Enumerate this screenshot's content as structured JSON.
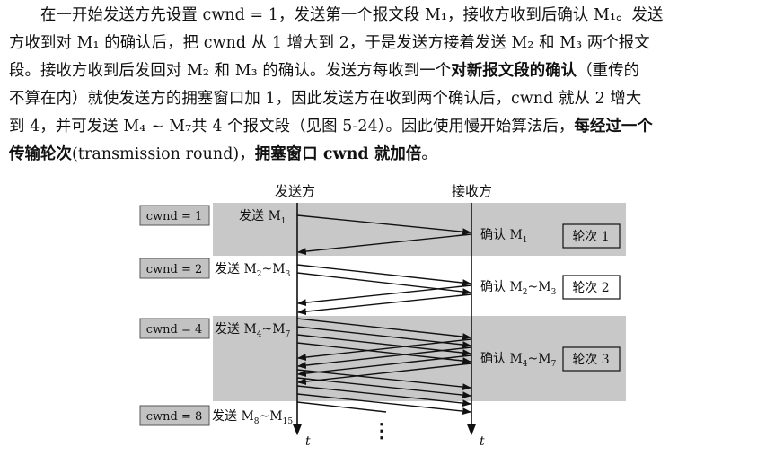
{
  "paragraph": {
    "line1": "在一开始发送方先设置 cwnd = 1，发送第一个报文段 M₁，接收方收到后确认 M₁。发送",
    "line2": "方收到对 M₁ 的确认后，把 cwnd 从 1 增大到 2，于是发送方接着发送 M₂ 和 M₃ 两个报文",
    "line3": "段。接收方收到后发回对 M₂ 和 M₃ 的确认。发送方每收到一个",
    "line3_bold": "对新报文段的确认",
    "line3_tail": "（重传的",
    "line4": "不算在内）就使发送方的拥塞窗口加 1，因此发送方在收到两个确认后，cwnd 就从 2 增大",
    "line5_head": "到 4，并可发送 M₄ ~ M₇共 4 个报文段（见图 5-24）。因此使用慢开始算法后，",
    "line5_bold": "每经过一个",
    "line6_bold_a": "传输轮次",
    "line6_normal": "(transmission round)，",
    "line6_bold_b": "拥塞窗口 cwnd 就加倍",
    "line6_end": "。"
  },
  "figure": {
    "sender_label": "发送方",
    "receiver_label": "接收方",
    "time_label": "t",
    "ellipsis": "⋮",
    "cwnd_boxes": [
      {
        "label": "cwnd = 1",
        "send": "发送 M",
        "send_sub": "1",
        "send_tail": ""
      },
      {
        "label": "cwnd = 2",
        "send": "发送 M",
        "send_sub": "2",
        "send_tail": "~M",
        "send_tail_sub": "3"
      },
      {
        "label": "cwnd = 4",
        "send": "发送 M",
        "send_sub": "4",
        "send_tail": "~M",
        "send_tail_sub": "7"
      },
      {
        "label": "cwnd = 8",
        "send": "发送 M",
        "send_sub": "8",
        "send_tail": "~M",
        "send_tail_sub": "15"
      }
    ],
    "acks": [
      {
        "text": "确认 M",
        "sub": "1",
        "tail": "",
        "tail_sub": ""
      },
      {
        "text": "确认 M",
        "sub": "2",
        "tail": "~M",
        "tail_sub": "3"
      },
      {
        "text": "确认 M",
        "sub": "4",
        "tail": "~M",
        "tail_sub": "7"
      }
    ],
    "rounds": [
      "轮次 1",
      "轮次 2",
      "轮次 3"
    ],
    "colors": {
      "shade": "#c8c8c8",
      "cwnd_box": "#c2c2c2",
      "line": "#111111"
    }
  }
}
